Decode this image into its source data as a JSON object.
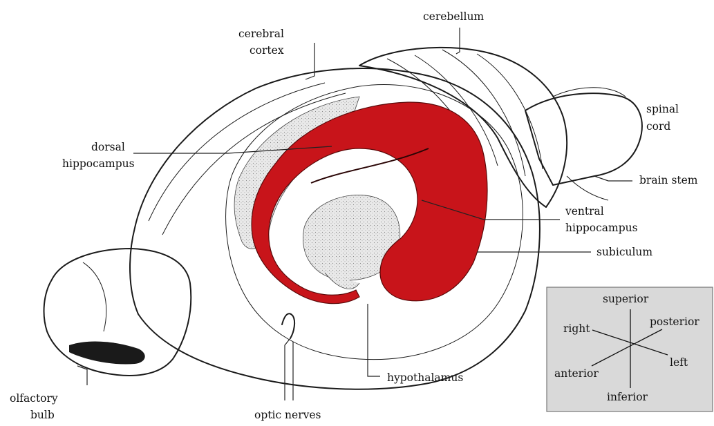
{
  "labels": {
    "cerebral_line1": "cerebral",
    "cerebral_line2": "cortex",
    "cerebellum": "cerebellum",
    "spinal_line1": "spinal",
    "spinal_line2": "cord",
    "brain_stem": "brain stem",
    "dorsal_line1": "dorsal",
    "dorsal_line2": "hippocampus",
    "ventral_line1": "ventral",
    "ventral_line2": "hippocampus",
    "subiculum": "subiculum",
    "hypothalamus": "hypothalamus",
    "olfactory_line1": "olfactory",
    "olfactory_line2": "bulb",
    "optic_nerves": "optic nerves"
  },
  "orientation": {
    "superior": "superior",
    "posterior": "posterior",
    "right": "right",
    "left": "left",
    "anterior": "anterior",
    "inferior": "inferior"
  },
  "colors": {
    "hippocampus": "#c8141a",
    "stipple": "#e6e6e6",
    "key_box": "#d9d9d9"
  }
}
